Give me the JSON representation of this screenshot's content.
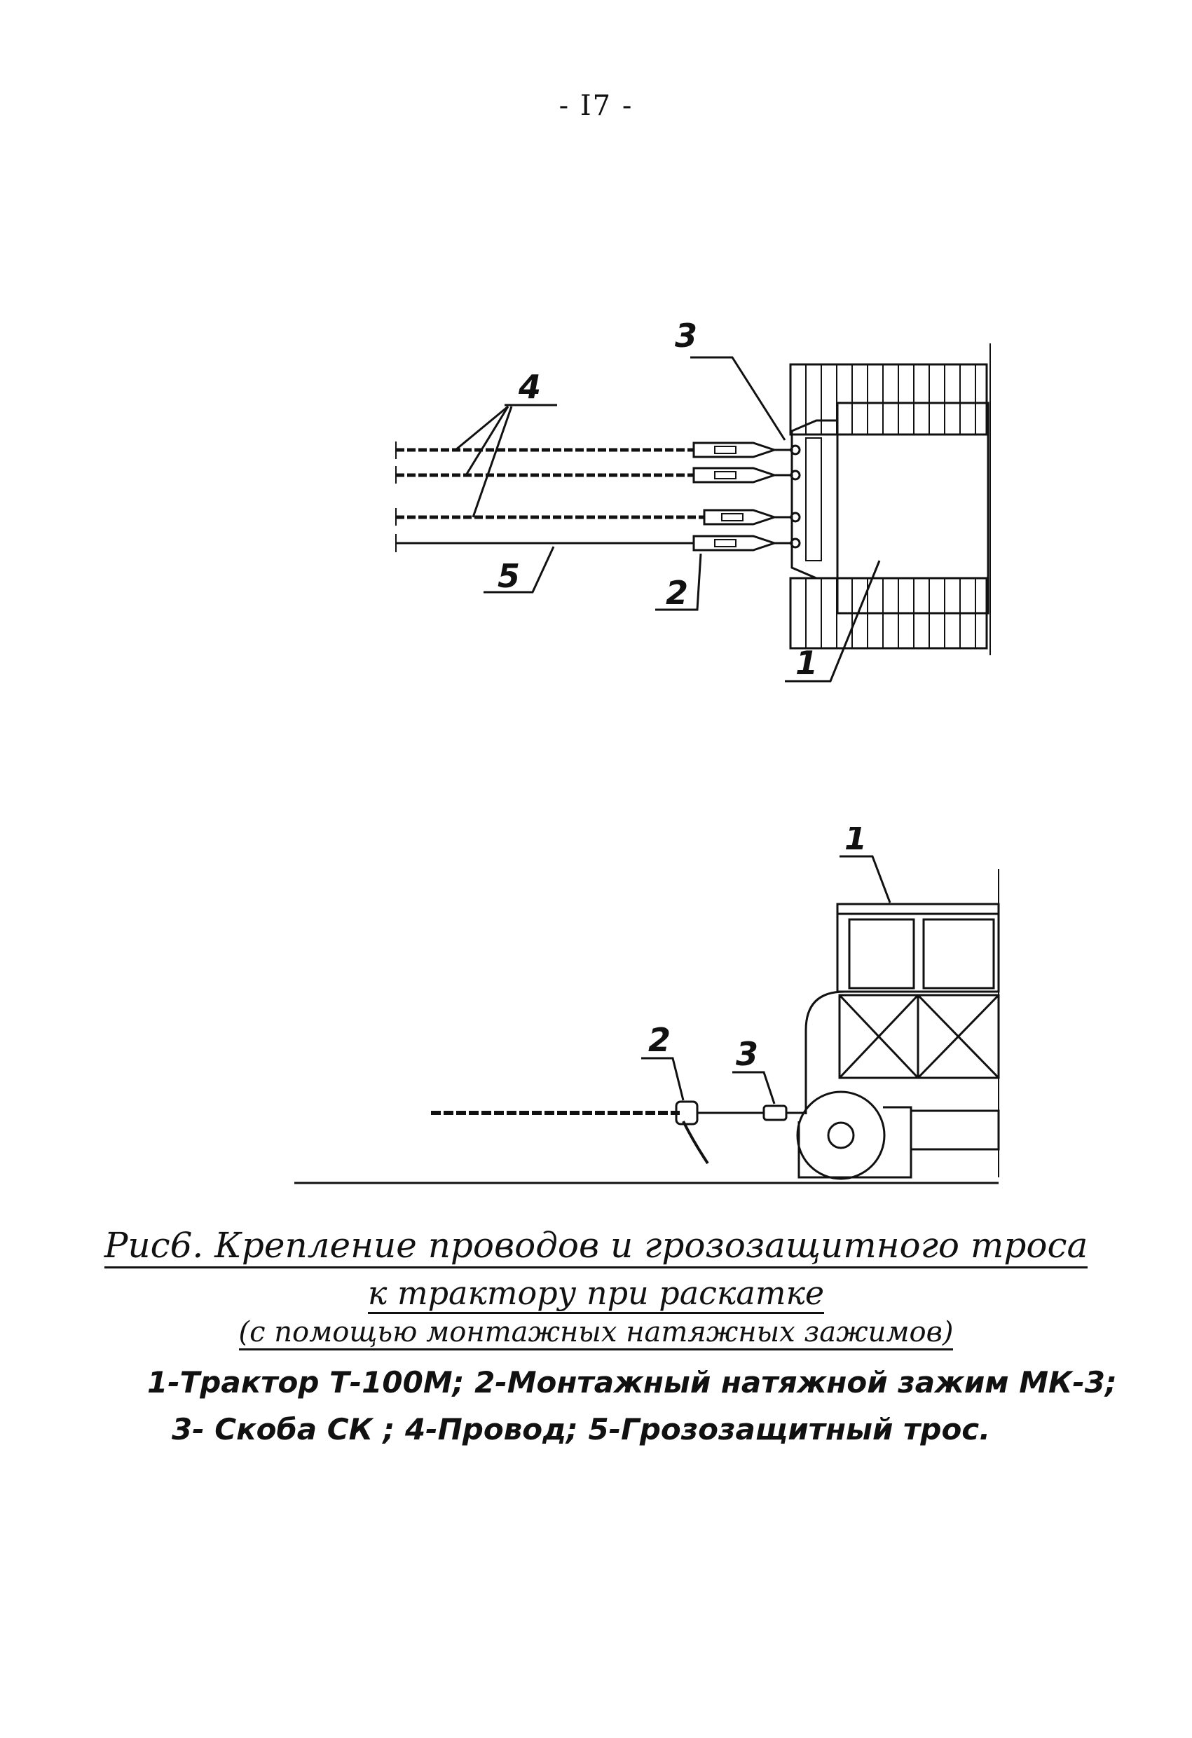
{
  "page_number": "- I7 -",
  "figure_top": {
    "callouts": {
      "tractor": "1",
      "clamp": "2",
      "bracket": "3",
      "wire": "4",
      "ground_wire": "5"
    }
  },
  "figure_side": {
    "callouts": {
      "tractor": "1",
      "clamp": "2",
      "bracket": "3"
    }
  },
  "caption": {
    "title_line1": "Рис6. Крепление проводов и грозозащитного троса",
    "title_line2": "к трактору при раскатке",
    "title_line3": "(с помощью монтажных натяжных зажимов)",
    "legend_line1": "1-Трактор Т-100М; 2-Монтажный натяжной зажим МК-3;",
    "legend_line2": "3- Скоба СК ; 4-Провод; 5-Грозозащитный трос."
  }
}
